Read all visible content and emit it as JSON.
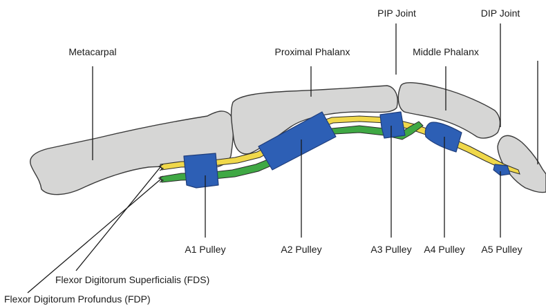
{
  "labels": {
    "metacarpal": "Metacarpal",
    "proximal_phalanx": "Proximal Phalanx",
    "pip_joint": "PIP Joint",
    "middle_phalanx": "Middle Phalanx",
    "dip_joint": "DIP Joint",
    "a1_pulley": "A1 Pulley",
    "a2_pulley": "A2 Pulley",
    "a3_pulley": "A3 Pulley",
    "a4_pulley": "A4 Pulley",
    "a5_pulley": "A5 Pulley",
    "fds": "Flexor Digitorum Superficialis (FDS)",
    "fdp": "Flexor Digitorum Profundus (FDP)"
  },
  "colors": {
    "bone": "#d6d6d5",
    "bone_outline": "#3a3a3a",
    "pulley": "#2d5fb5",
    "fds_tendon": "#f0d84a",
    "fdp_tendon": "#3fa844",
    "line": "#1a1a1a"
  }
}
